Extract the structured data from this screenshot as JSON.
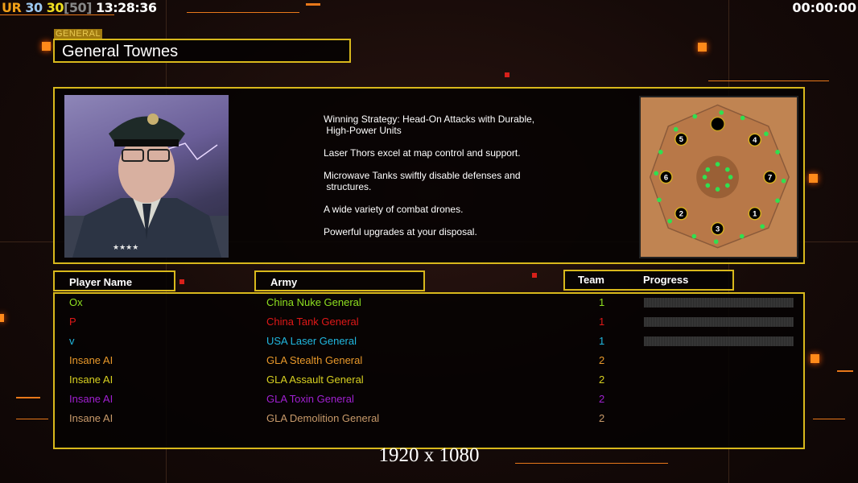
{
  "hud": {
    "prefix": "UR",
    "fps": "30",
    "limit": "30",
    "bracket": "[50]",
    "clock": "13:28:36",
    "timer": "00:00:00"
  },
  "general": {
    "tag": "GENERAL",
    "name": "General Townes"
  },
  "description": [
    "Winning Strategy: Head-On Attacks with Durable,\n High-Power Units",
    "Laser Thors excel at map control and support.",
    "Microwave Tanks swiftly disable defenses and\n structures.",
    "A wide variety of combat drones.",
    "Powerful upgrades at your disposal."
  ],
  "map": {
    "start_positions": [
      "1",
      "2",
      "3",
      "4",
      "5",
      "6",
      "7"
    ]
  },
  "table": {
    "headers": {
      "player": "Player Name",
      "army": "Army",
      "team": "Team",
      "progress": "Progress"
    },
    "rows": [
      {
        "player": "Ox",
        "army": "China Nuke General",
        "team": "1",
        "color": "#8ee020",
        "progress": 0
      },
      {
        "player": "P",
        "army": "China Tank General",
        "team": "1",
        "color": "#e01818",
        "progress": 0
      },
      {
        "player": "v",
        "army": "USA Laser General",
        "team": "1",
        "color": "#20b8e0",
        "progress": 0
      },
      {
        "player": "Insane AI",
        "army": "GLA Stealth General",
        "team": "2",
        "color": "#e8982a"
      },
      {
        "player": "Insane AI",
        "army": "GLA Assault General",
        "team": "2",
        "color": "#d8d020"
      },
      {
        "player": "Insane AI",
        "army": "GLA Toxin General",
        "team": "2",
        "color": "#a020d0"
      },
      {
        "player": "Insane AI",
        "army": "GLA Demolition General",
        "team": "2",
        "color": "#c89a6a"
      }
    ]
  },
  "resolution": "1920 x 1080"
}
